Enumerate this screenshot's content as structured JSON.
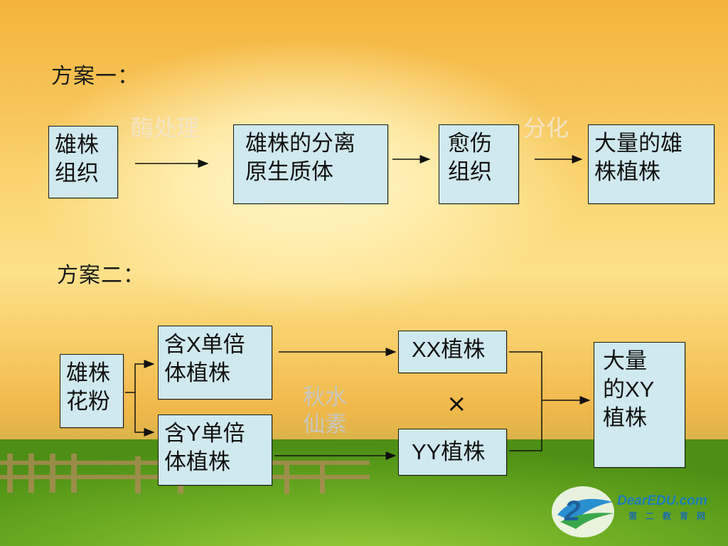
{
  "scheme1": {
    "heading": "方案一：",
    "box1": [
      "雄株",
      "组织"
    ],
    "label_enzyme": "酶处理",
    "box2": [
      "雄株的分离",
      "原生质体"
    ],
    "box3": [
      "愈伤",
      "组织"
    ],
    "label_diff": "分化",
    "box4": [
      "大量的雄",
      "株植株"
    ]
  },
  "scheme2": {
    "heading": "方案二：",
    "pollen": [
      "雄株",
      "花粉"
    ],
    "hx_pre": "含",
    "hx_letter": "X",
    "hx_post": "单倍",
    "hx_line2": "体植株",
    "hy_pre": "含",
    "hy_letter": "Y",
    "hy_post": "单倍",
    "hy_line2": "体植株",
    "colchicine": [
      "秋水",
      "仙素"
    ],
    "xx_letter": "XX",
    "xx_text": "植株",
    "cross": "×",
    "yy_letter": "YY",
    "yy_text": "植株",
    "result_line1": "大量",
    "result_pre": "的",
    "result_letter": "XY",
    "result_line3": "植株"
  },
  "logo": {
    "text": "DearEDU.com",
    "subtext": "第二教育网"
  },
  "colors": {
    "box_fill": "#cfe9ee",
    "label_light": "#f3e4c6",
    "label_gray": "#c8c6c0",
    "logo_blue": "#1d7db8"
  }
}
